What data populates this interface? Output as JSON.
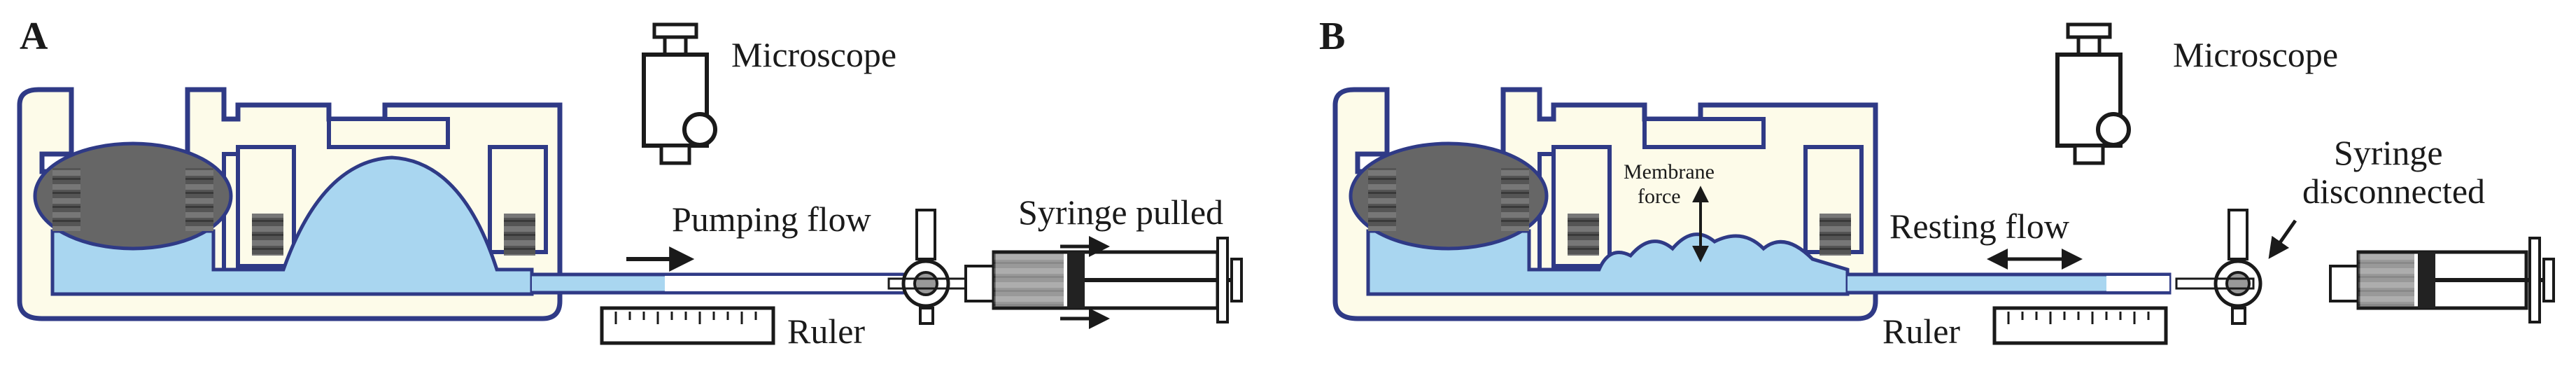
{
  "panel_a": {
    "letter": "A",
    "microscope_label": "Microscope",
    "flow_label": "Pumping flow",
    "syringe_label": "Syringe pulled",
    "ruler_label": "Ruler"
  },
  "panel_b": {
    "letter": "B",
    "microscope_label": "Microscope",
    "flow_label": "Resting flow",
    "syringe_label_line1": "Syringe",
    "syringe_label_line2": "disconnected",
    "membrane_label_line1": "Membrane",
    "membrane_label_line2": "force",
    "ruler_label": "Ruler"
  },
  "colors": {
    "chamber_fill": "#fdfbe9",
    "outline": "#2f3a86",
    "fluid": "#a9d6f0",
    "plunger": "#5f5f5f",
    "ink": "#1a1a1a"
  }
}
